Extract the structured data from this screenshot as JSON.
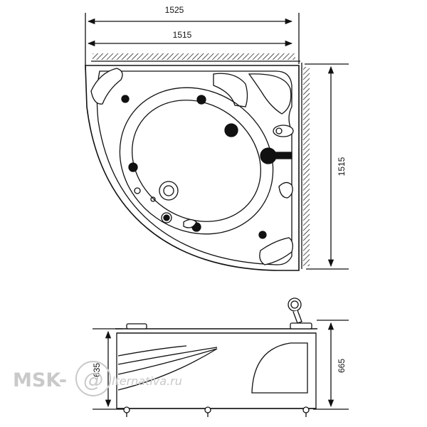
{
  "plan_view": {
    "overall_width_label": "1525",
    "inner_width_label": "1515",
    "depth_label": "1515"
  },
  "side_view": {
    "panel_height_label": "635",
    "total_height_label": "665"
  },
  "watermark": {
    "prefix": "MSK-",
    "suffix": "lternativa.ru"
  },
  "colors": {
    "line": "#111111",
    "watermark": "#c9c9c9"
  }
}
